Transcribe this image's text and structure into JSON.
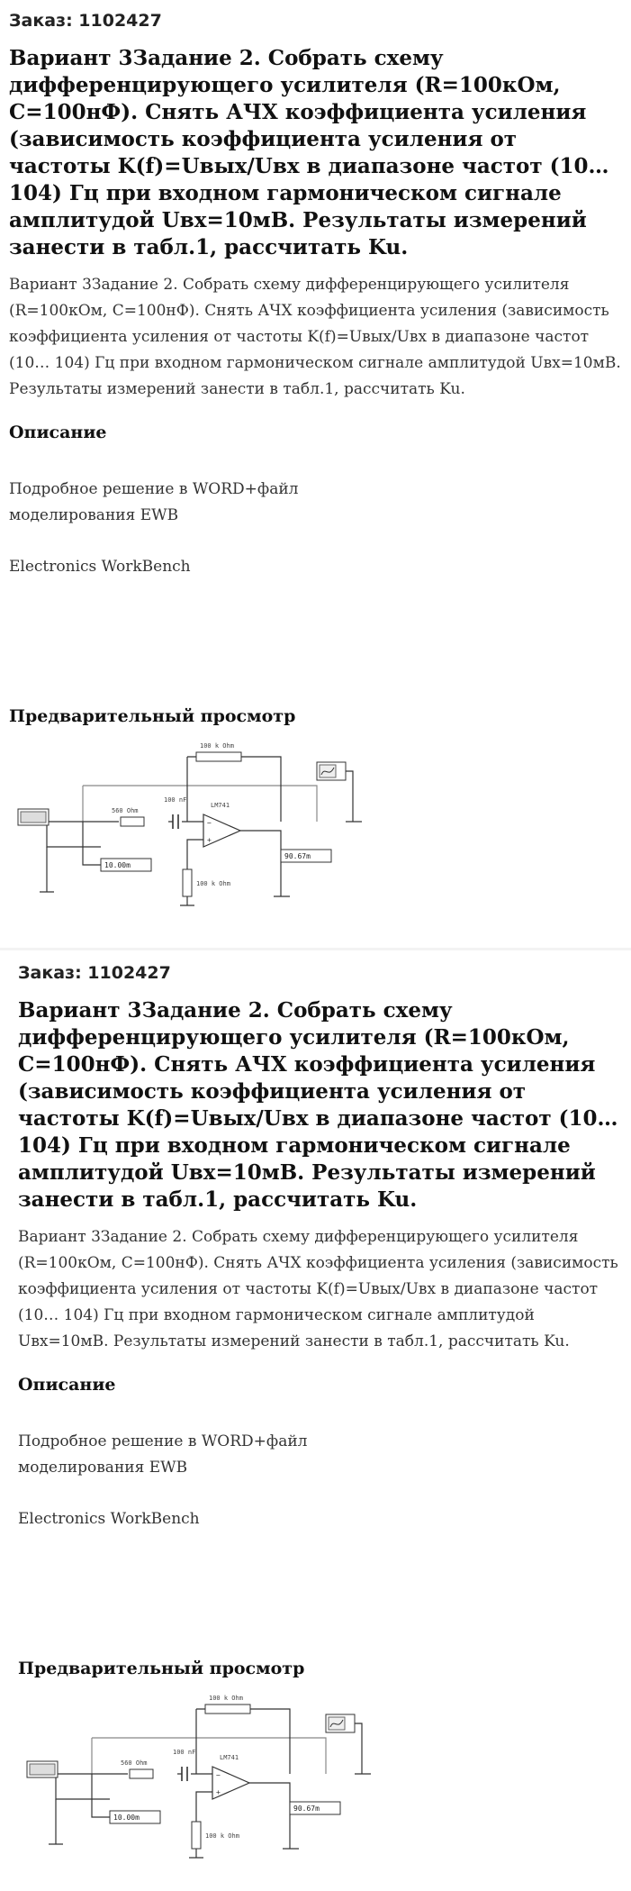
{
  "order_label": "Заказ: 1102427",
  "title": "Вариант 3Задание 2. Собрать схему дифференцирующего усилителя (R=100кОм, C=100нФ). Снять АЧХ коэффициента усиления (зависимость коэффициента усиления от частоты K(f)=Uвых/Uвх в диапазоне частот (10… 104) Гц при входном гармоническом сигнале амплитудой Uвх=10мВ. Результаты измерений занести в табл.1, рассчитать Ku.",
  "description": "Вариант 3Задание 2. Собрать схему дифференцирующего усилителя (R=100кОм, C=100нФ). Снять АЧХ коэффициента усиления (зависимость коэффициента усиления от частоты K(f)=Uвых/Uвх в диапазоне частот (10… 104) Гц при входном гармоническом сигнале амплитудой Uвх=10мВ. Результаты измерений занести в табл.1, рассчитать Ku.",
  "section_description": "Описание",
  "body_line1": "Подробное решение в WORD+файл\nмоделирования EWB",
  "body_line2": "Electronics WorkBench",
  "section_preview": "Предварительный просмотр",
  "schematic": {
    "r_feedback": "100 k Ohm",
    "r_input": "560 Ohm",
    "capacitor": "100 nF",
    "opamp": "LM741",
    "r_ground": "100 k Ohm",
    "meter_in": "10.00m",
    "meter_out": "90.67m"
  }
}
